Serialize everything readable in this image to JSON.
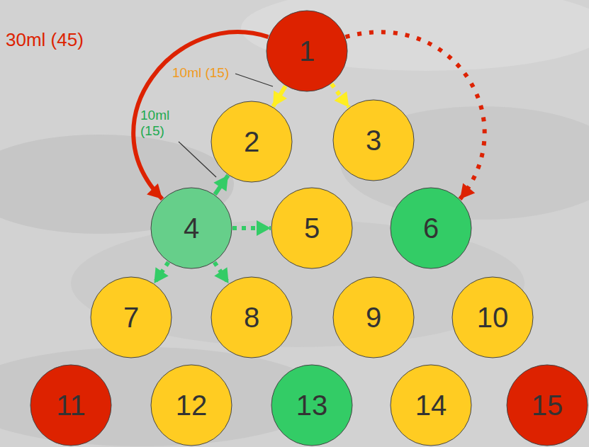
{
  "diagram": {
    "nodes": [
      {
        "text": [
          "1"
        ]
      },
      {
        "text": [
          "2"
        ]
      },
      {
        "text": [
          "3"
        ]
      },
      {
        "text": [
          "4"
        ]
      },
      {
        "text": [
          "5"
        ]
      },
      {
        "text": [
          "6"
        ]
      },
      {
        "text": [
          "7"
        ]
      },
      {
        "text": [
          "8"
        ]
      },
      {
        "text": [
          "9"
        ]
      },
      {
        "text": [
          "10"
        ]
      },
      {
        "text": [
          "11"
        ]
      },
      {
        "text": [
          "12"
        ]
      },
      {
        "text": [
          "13"
        ]
      },
      {
        "text": [
          "14"
        ]
      },
      {
        "text": [
          "15"
        ]
      }
    ],
    "edges": [
      {
        "from": 0,
        "to": 3,
        "arrow": "to",
        "label": "30ml (45)"
      },
      {
        "from": 0,
        "to": 5,
        "arrow": "to"
      },
      {
        "from": 0,
        "to": 1,
        "arrow": "to",
        "label": "10ml (15)"
      },
      {
        "from": 0,
        "to": 2,
        "arrow": "to"
      },
      {
        "from": 3,
        "to": 1,
        "arrow": "to",
        "label": "10ml (15)"
      },
      {
        "from": 3,
        "to": 4,
        "arrow": "to"
      },
      {
        "from": 3,
        "to": 6,
        "arrow": "to"
      },
      {
        "from": 3,
        "to": 7,
        "arrow": "to"
      }
    ]
  }
}
